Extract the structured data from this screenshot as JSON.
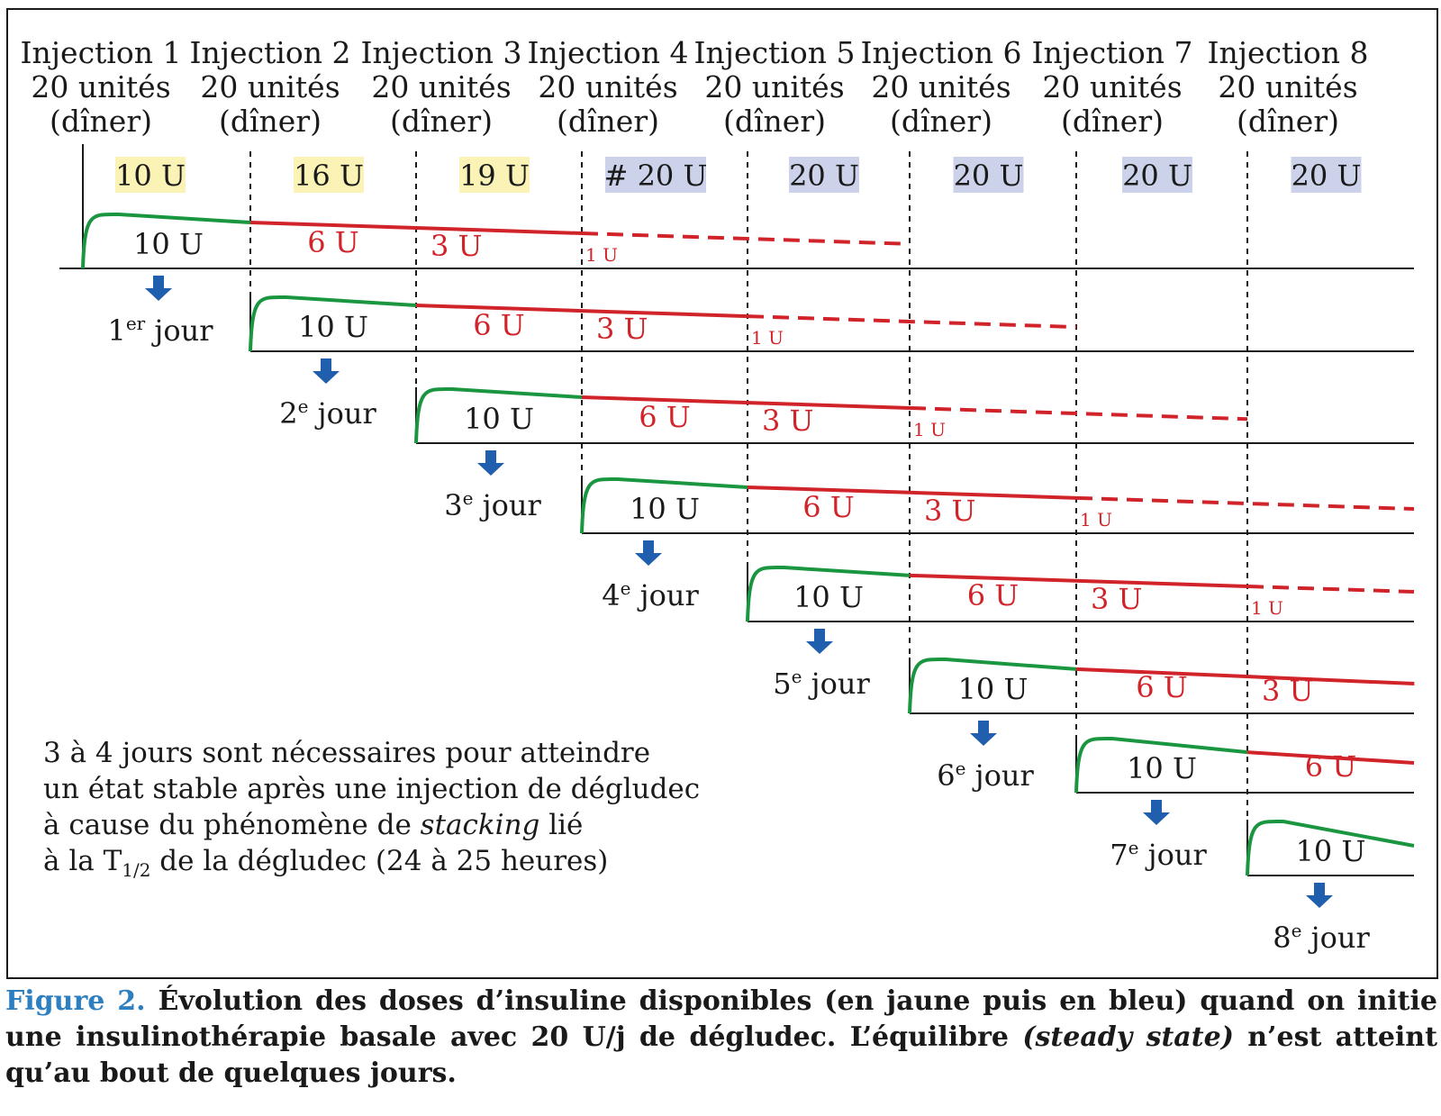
{
  "injections": [
    {
      "title": "Injection 1",
      "dose": "20 unités",
      "meal": "(dîner)",
      "available": "10 U",
      "available_color": "#fbf3b6"
    },
    {
      "title": "Injection 2",
      "dose": "20 unités",
      "meal": "(dîner)",
      "available": "16 U",
      "available_color": "#fbf3b6"
    },
    {
      "title": "Injection 3",
      "dose": "20 unités",
      "meal": "(dîner)",
      "available": "19 U",
      "available_color": "#fbf3b6"
    },
    {
      "title": "Injection 4",
      "dose": "20 unités",
      "meal": "(dîner)",
      "available": "# 20 U",
      "available_color": "#ccd2ea"
    },
    {
      "title": "Injection 5",
      "dose": "20 unités",
      "meal": "(dîner)",
      "available": "20 U",
      "available_color": "#ccd2ea"
    },
    {
      "title": "Injection 6",
      "dose": "20 unités",
      "meal": "(dîner)",
      "available": "20 U",
      "available_color": "#ccd2ea"
    },
    {
      "title": "Injection 7",
      "dose": "20 unités",
      "meal": "(dîner)",
      "available": "20 U",
      "available_color": "#ccd2ea"
    },
    {
      "title": "Injection 8",
      "dose": "20 unités",
      "meal": "(dîner)",
      "available": "20 U",
      "available_color": "#ccd2ea"
    }
  ],
  "decay_labels": [
    "10 U",
    "6 U",
    "3 U",
    "1 U"
  ],
  "days": [
    {
      "num": "1",
      "sup": "er",
      "word": "jour"
    },
    {
      "num": "2",
      "sup": "e",
      "word": "jour"
    },
    {
      "num": "3",
      "sup": "e",
      "word": "jour"
    },
    {
      "num": "4",
      "sup": "e",
      "word": "jour"
    },
    {
      "num": "5",
      "sup": "e",
      "word": "jour"
    },
    {
      "num": "6",
      "sup": "e",
      "word": "jour"
    },
    {
      "num": "7",
      "sup": "e",
      "word": "jour"
    },
    {
      "num": "8",
      "sup": "e",
      "word": "jour"
    }
  ],
  "note": {
    "line1": "3 à 4 jours sont nécessaires pour atteindre",
    "line2": "un état stable après une injection de dégludec",
    "line3_a": "à cause du phénomène de ",
    "line3_italic": "stacking",
    "line3_b": " lié",
    "line4_a": "à la T",
    "line4_sub": "1/2",
    "line4_b": " de la dégludec (24 à 25 heures)"
  },
  "caption": {
    "label": "Figure 2.",
    "text_a": " Évolution des doses d’insuline disponibles (en jaune puis en bleu) quand on initie une insulinothérapie basale avec 20 U/j de dégludec. L’équilibre ",
    "text_italic": "(steady state)",
    "text_b": " n’est atteint qu’au bout de quelques jours."
  },
  "colors": {
    "green": "#1a9641",
    "red": "#d1242a",
    "arrow": "#1f5fad",
    "yellow_box": "#fbf3b6",
    "blue_box": "#ccd2ea",
    "caption_label": "#2e7fc0"
  }
}
